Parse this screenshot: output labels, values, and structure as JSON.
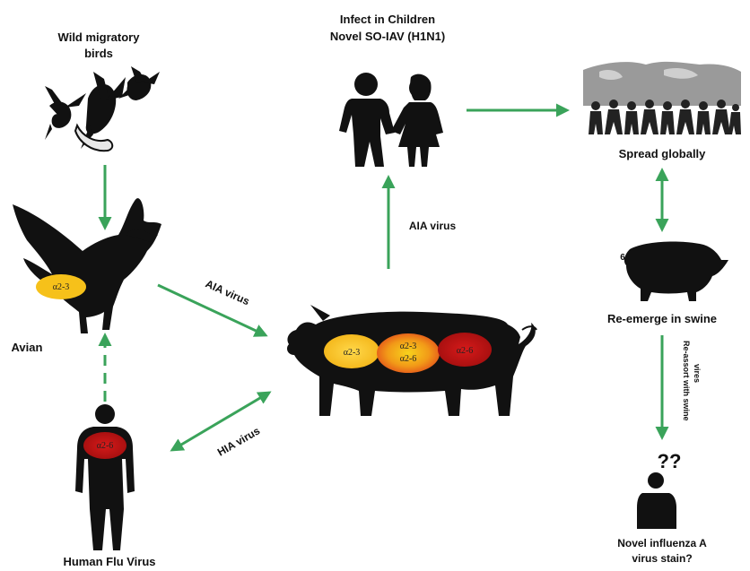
{
  "nodes": {
    "wild_birds": {
      "line1": "Wild migratory",
      "line2": "birds"
    },
    "children": {
      "line1": "Infect in Children",
      "line2": "Novel SO-IAV (H1N1)"
    },
    "spread": {
      "label": "Spread globally"
    },
    "avian": {
      "label": "Avian",
      "receptor": "α2-3"
    },
    "swine_reemerge": {
      "label": "Re-emerge in swine",
      "number": "6"
    },
    "pig_center": {
      "receptor_left": "α2-3",
      "receptor_mid_top": "α2-3",
      "receptor_mid_bottom": "α2-6",
      "receptor_right": "α2-6"
    },
    "human": {
      "label": "Human Flu Virus",
      "receptor": "α2-6"
    },
    "novel": {
      "line1": "Novel influenza A",
      "line2": "virus stain?",
      "question": "??"
    }
  },
  "edges": {
    "aia_up": "AIA virus",
    "aia_diag": "AIA virus",
    "hia": "HIA virus",
    "reassort_line1": "Re-assort with swine",
    "reassort_line2": "vires"
  },
  "colors": {
    "arrow": "#3aa35a",
    "silhouette": "#111111",
    "yellow": "#f6c11a",
    "orange": "#f08a16",
    "red": "#c41414"
  }
}
